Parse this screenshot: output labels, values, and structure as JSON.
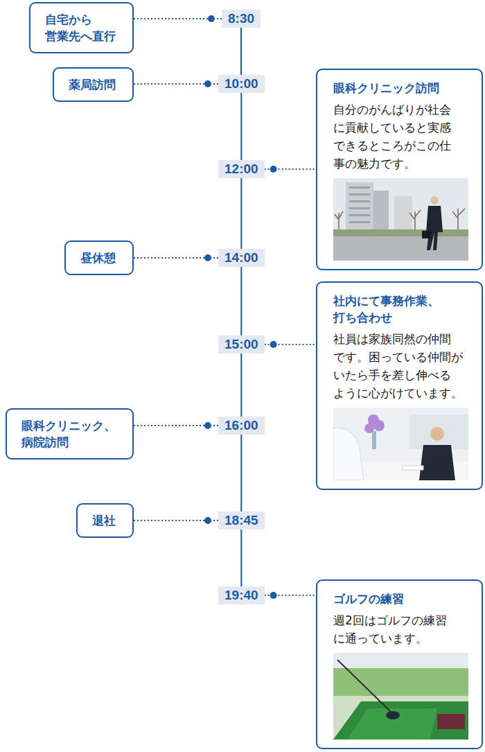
{
  "diagram": {
    "nodes": [
      {
        "text": [
          "自宅から 営業先へ直行"
        ]
      },
      {
        "text": [
          "8:30"
        ]
      },
      {
        "text": [
          "薬局訪問"
        ]
      },
      {
        "text": [
          "10:00"
        ]
      },
      {
        "text": [
          "眼科クリニック訪問",
          "自分のがんばりが社会 に貢献していると実感 できるところがこの仕 事の魅力です。"
        ]
      },
      {
        "text": [
          "12:00"
        ]
      },
      {
        "text": [
          "昼休憩"
        ]
      },
      {
        "text": [
          "14:00"
        ]
      },
      {
        "text": [
          "社内にて事務作業、 打ち合わせ",
          "社員は家族同然の仲間 です。困っている仲間が いたら手を差し伸べる ように心がけています。"
        ]
      },
      {
        "text": [
          "15:00"
        ]
      },
      {
        "text": [
          "眼科クリニック、 病院訪問"
        ]
      },
      {
        "text": [
          "16:00"
        ]
      },
      {
        "text": [
          "退社"
        ]
      },
      {
        "text": [
          "18:45"
        ]
      },
      {
        "text": [
          "ゴルフの練習",
          "週2回はゴルフの練習 に通っています。"
        ]
      },
      {
        "text": [
          "19:40"
        ]
      }
    ],
    "edges": [
      {
        "from": 0,
        "to": 1,
        "arrow": "none"
      },
      {
        "from": 2,
        "to": 3,
        "arrow": "none"
      },
      {
        "from": 5,
        "to": 4,
        "arrow": "none"
      },
      {
        "from": 6,
        "to": 7,
        "arrow": "none"
      },
      {
        "from": 9,
        "to": 8,
        "arrow": "none"
      },
      {
        "from": 10,
        "to": 11,
        "arrow": "none"
      },
      {
        "from": 12,
        "to": 13,
        "arrow": "none"
      },
      {
        "from": 15,
        "to": 14,
        "arrow": "none"
      },
      {
        "from": 1,
        "to": 3,
        "arrow": "none"
      },
      {
        "from": 3,
        "to": 5,
        "arrow": "none"
      },
      {
        "from": 5,
        "to": 7,
        "arrow": "none"
      },
      {
        "from": 7,
        "to": 9,
        "arrow": "none"
      },
      {
        "from": 9,
        "to": 11,
        "arrow": "none"
      },
      {
        "from": 11,
        "to": 13,
        "arrow": "none"
      },
      {
        "from": 13,
        "to": 15,
        "arrow": "none"
      }
    ]
  }
}
